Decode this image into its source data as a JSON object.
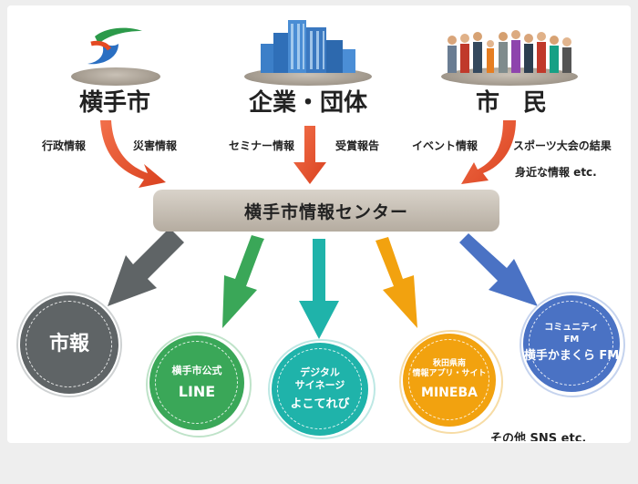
{
  "sources": {
    "city": {
      "title": "横手市",
      "tags": [
        "行政情報",
        "災害情報"
      ]
    },
    "business": {
      "title": "企業・団体",
      "tags": [
        "セミナー情報",
        "受賞報告"
      ]
    },
    "citizens": {
      "title": "市　民",
      "tags": [
        "イベント情報",
        "スポーツ大会の結果",
        "身近な情報 etc."
      ]
    }
  },
  "center": {
    "label": "横手市情報センター"
  },
  "channels": [
    {
      "lines": [
        "市報"
      ],
      "color": "#5f6466"
    },
    {
      "lines": [
        "横手市公式",
        "LINE"
      ],
      "color": "#3aa758"
    },
    {
      "lines": [
        "デジタル",
        "サイネージ",
        "よこてれび"
      ],
      "color": "#1fb3aa"
    },
    {
      "lines": [
        "秋田県南",
        "情報アプリ・サイト",
        "MINEBA"
      ],
      "color": "#f2a20f"
    },
    {
      "lines": [
        "コミュニティ",
        "FM",
        "横手かまくら FM"
      ],
      "color": "#4a72c4"
    }
  ],
  "footer_note": "その他 SNS etc.",
  "colors": {
    "source_arrow": "#e4512b",
    "center_box": "#c8c0b5"
  }
}
